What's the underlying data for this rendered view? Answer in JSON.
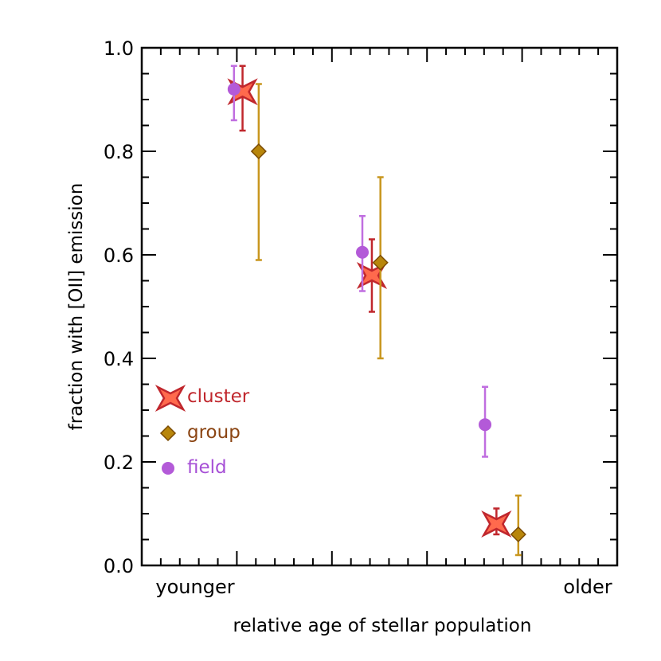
{
  "chart_data": {
    "type": "scatter",
    "xlabel": "relative age of stellar population",
    "ylabel": "fraction with [OII] emission",
    "x_tick_labels": [
      "younger",
      "older"
    ],
    "ylim": [
      0.0,
      1.0
    ],
    "y_ticks": [
      "0.0",
      "0.2",
      "0.4",
      "0.6",
      "0.8",
      "1.0"
    ],
    "grid": false,
    "legend_position": "left",
    "series": [
      {
        "name": "cluster",
        "marker": "star",
        "color": "#ff6a4d",
        "edge_color": "#c0272d",
        "error_color": "#c0272d",
        "points": [
          {
            "x": 1.06,
            "y": 0.915,
            "y_low": 0.84,
            "y_high": 0.965
          },
          {
            "x": 2.42,
            "y": 0.56,
            "y_low": 0.49,
            "y_high": 0.63
          },
          {
            "x": 3.73,
            "y": 0.08,
            "y_low": 0.06,
            "y_high": 0.11
          }
        ]
      },
      {
        "name": "group",
        "marker": "diamond",
        "color": "#b8860b",
        "edge_color": "#7a4a00",
        "error_color": "#c8961e",
        "points": [
          {
            "x": 1.23,
            "y": 0.8,
            "y_low": 0.59,
            "y_high": 0.93
          },
          {
            "x": 2.51,
            "y": 0.585,
            "y_low": 0.4,
            "y_high": 0.75
          },
          {
            "x": 3.96,
            "y": 0.06,
            "y_low": 0.02,
            "y_high": 0.135
          }
        ]
      },
      {
        "name": "field",
        "marker": "circle",
        "color": "#b35ad8",
        "edge_color": "#b35ad8",
        "error_color": "#c06ee0",
        "points": [
          {
            "x": 0.97,
            "y": 0.92,
            "y_low": 0.86,
            "y_high": 0.965
          },
          {
            "x": 2.32,
            "y": 0.605,
            "y_low": 0.53,
            "y_high": 0.675
          },
          {
            "x": 3.61,
            "y": 0.272,
            "y_low": 0.21,
            "y_high": 0.345
          }
        ]
      }
    ]
  },
  "legend": {
    "cluster": {
      "label": "cluster",
      "color": "#c0272d"
    },
    "group": {
      "label": "group",
      "color": "#8b4513"
    },
    "field": {
      "label": "field",
      "color": "#a64fd6"
    }
  }
}
